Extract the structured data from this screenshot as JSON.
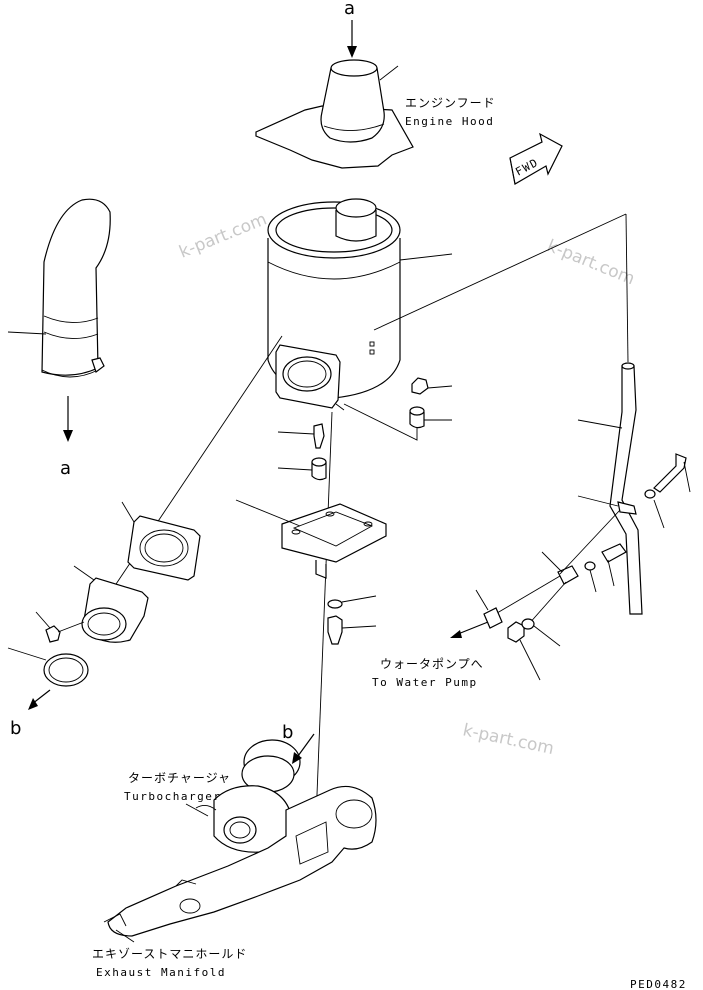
{
  "labels": {
    "engine_hood_jp": "エンジンフード",
    "engine_hood_en": "Engine Hood",
    "water_pump_jp": "ウォータポンプへ",
    "water_pump_en": "To Water Pump",
    "turbo_jp": "ターボチャージャ",
    "turbo_en": "Turbocharger",
    "manifold_jp": "エキゾーストマニホールド",
    "manifold_en": "Exhaust Manifold",
    "fwd": "FWD",
    "ref_a_top": "a",
    "ref_a_left": "a",
    "ref_b_left": "b",
    "ref_b_turbo": "b",
    "drawing_code": "PED0482"
  },
  "watermarks": [
    "k-part.com",
    "k-part.com",
    "k-part.com"
  ]
}
